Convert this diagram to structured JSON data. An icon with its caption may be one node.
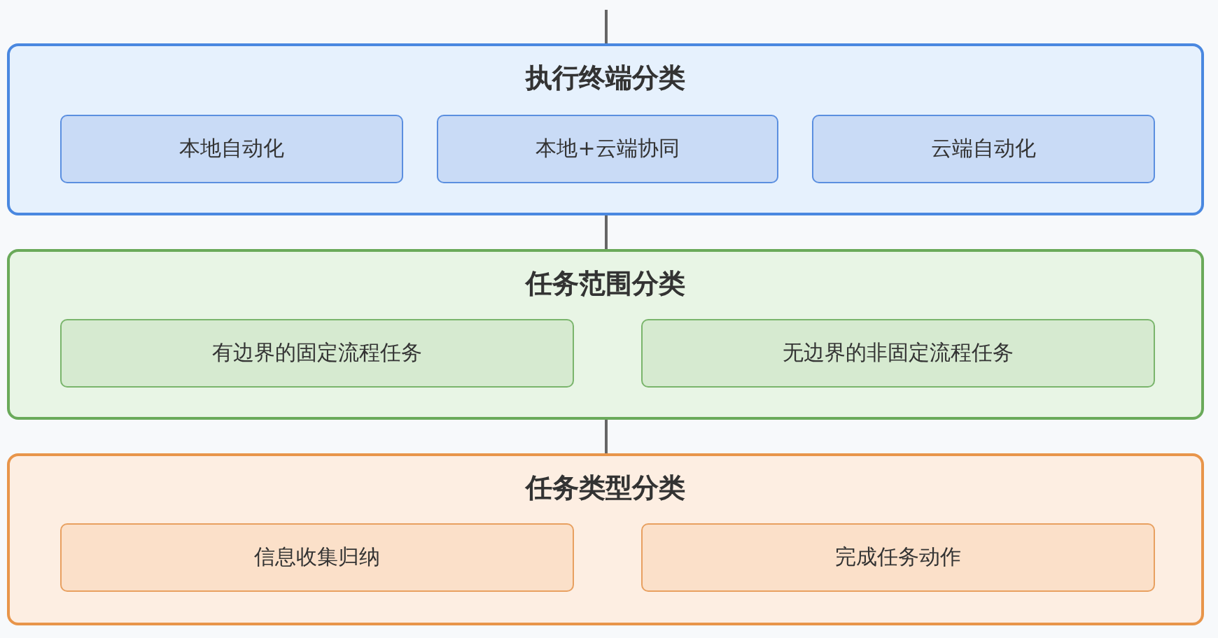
{
  "diagram": {
    "nodes": [
      {
        "text": [
          "执行终端分类"
        ]
      },
      {
        "text": [
          "本地自动化"
        ],
        "in": 0
      },
      {
        "text": [
          "本地+云端协同"
        ],
        "in": 0
      },
      {
        "text": [
          "云端自动化"
        ],
        "in": 0
      },
      {
        "text": [
          "任务范围分类"
        ]
      },
      {
        "text": [
          "有边界的固定流程任务"
        ],
        "in": 4
      },
      {
        "text": [
          "无边界的非固定流程任务"
        ],
        "in": 4
      },
      {
        "text": [
          "任务类型分类"
        ]
      },
      {
        "text": [
          "信息收集归纳"
        ],
        "in": 7
      },
      {
        "text": [
          "完成任务动作"
        ],
        "in": 7
      }
    ],
    "edges": [
      {
        "from": null,
        "to": 0,
        "arrow": "none"
      },
      {
        "from": 0,
        "to": 4,
        "arrow": "none"
      },
      {
        "from": 4,
        "to": 7,
        "arrow": "none"
      }
    ]
  }
}
